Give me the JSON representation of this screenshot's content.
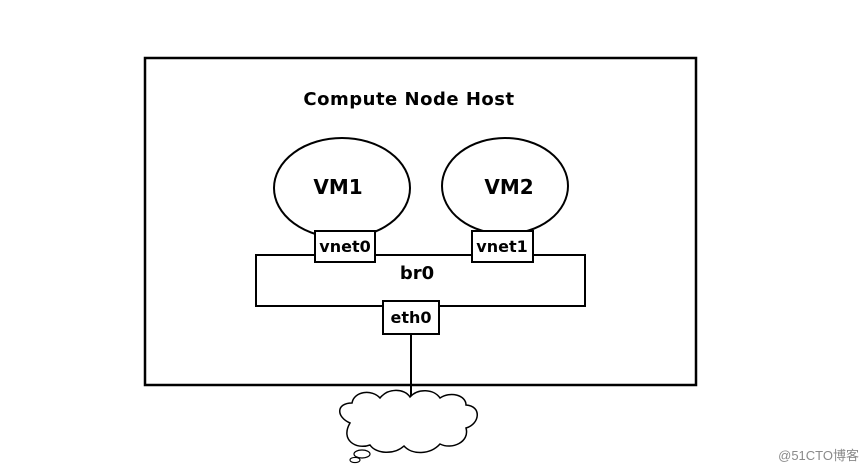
{
  "diagram": {
    "host_label": "Compute Node Host",
    "vm1_label": "VM1",
    "vm2_label": "VM2",
    "vnet0_label": "vnet0",
    "vnet1_label": "vnet1",
    "bridge_label": "br0",
    "eth0_label": "eth0"
  },
  "watermark": "@51CTO博客",
  "colors": {
    "stroke": "#000000",
    "background": "#ffffff",
    "watermark": "#8a8a8a"
  }
}
